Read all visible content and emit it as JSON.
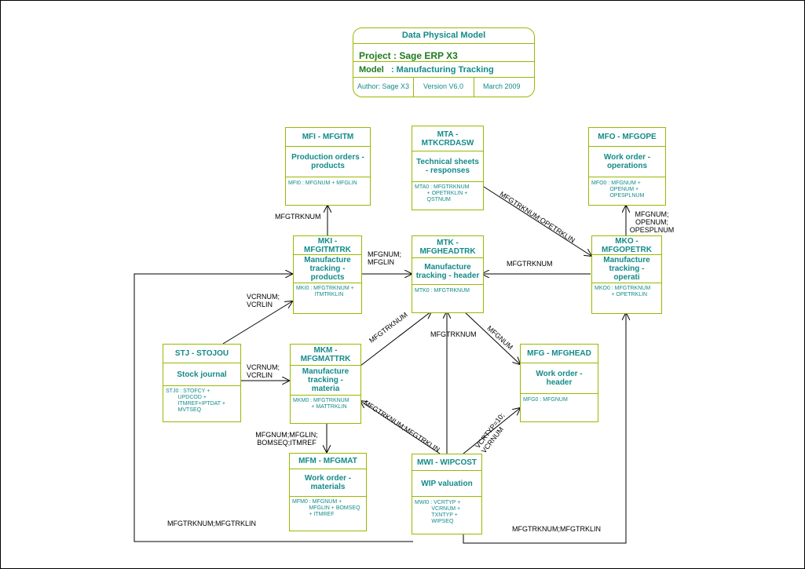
{
  "title_block": {
    "title": "Data Physical Model",
    "project_label": "Project",
    "project_value": ": Sage ERP X3",
    "model_label": "Model",
    "model_value": "   : Manufacturing Tracking",
    "author": "Author: Sage X3",
    "version": "Version V6.0",
    "date": "March 2009"
  },
  "entities": {
    "mfi": {
      "name": "MFI - MFGITM",
      "desc": "Production orders - products",
      "key": "MFI0 : MFGNUM + MFGLIN"
    },
    "mta": {
      "name": "MTA - MTKCRDASW",
      "desc": "Technical sheets - responses",
      "key": "MTA0 : MFGTRKNUM\n        + OPETRKLIN +\n        QSTNUM"
    },
    "mfo": {
      "name": "MFO - MFGOPE",
      "desc": "Work order - operations",
      "key": "MFO0 : MFGNUM +\n            OPENUM +\n            OPESPLNUM"
    },
    "mki": {
      "name": "MKI - MFGITMTRK",
      "desc": "Manufacture tracking - products",
      "key": "MKI0 : MFGTRKNUM +\n            ITMTRKLIN"
    },
    "mtk": {
      "name": "MTK - MFGHEADTRK",
      "desc": "Manufacture tracking - header",
      "key": "MTK0 : MFGTRKNUM"
    },
    "mko": {
      "name": "MKO - MFGOPETRK",
      "desc": "Manufacture tracking - operati",
      "key": "MKO0 : MFGTRKNUM\n           + OPETRKLIN"
    },
    "stj": {
      "name": "STJ - STOJOU",
      "desc": "Stock journal",
      "key": "STJ0 : STOFCY +\n        UPDCOD +\n        ITMREF+IPTDAT +\n        MVTSEQ"
    },
    "mkm": {
      "name": "MKM - MFGMATTRK",
      "desc": "Manufacture tracking - materia",
      "key": "MKM0 : MFGTRKNUM\n            + MATTRKLIN"
    },
    "mfg": {
      "name": "MFG - MFGHEAD",
      "desc": "Work order - header",
      "key": "MFG0 : MFGNUM"
    },
    "mfm": {
      "name": "MFM - MFGMAT",
      "desc": "Work order - materials",
      "key": "MFM0 : MFGNUM +\n           MFGLIN + BOMSEQ\n           + ITMREF"
    },
    "mwi": {
      "name": "MWI - WIPCOST",
      "desc": "WIP valuation",
      "key": "MWI0 : VCRTYP +\n           VCRNUM +\n           TXNTYP +\n           WIPSEQ"
    }
  },
  "relations": {
    "mki_mfi": "MFGTRKNUM",
    "mta_mko": "MFGTRKNUM;OPETRKLIN",
    "mko_mfo": "MFGNUM;\nOPENUM;\nOPESPLNUM",
    "mki_mtk": "MFGNUM;\nMFGLIN",
    "mko_mtk": "MFGTRKNUM",
    "stj_mki": "VCRNUM;\nVCRLIN",
    "stj_mkm": "VCRNUM;\nVCRLIN",
    "mkm_mtk": "MFGTRKNUM",
    "mwi_mtk": "MFGTRKNUM",
    "mtk_mfg": "MFGNUM",
    "mwi_mkm": "MFGTRKNUM;MFGTRKLIN",
    "mwi_mfg": "VCRTYP=10;\nVCRNUM",
    "mkm_mfm": "MFGNUM;MFGLIN;\nBOMSEQ;ITMREF",
    "mwi_mki": "MFGTRKNUM;MFGTRKLIN",
    "mwi_mko": "MFGTRKNUM;MFGTRKLIN"
  },
  "colors": {
    "border": "#9ab800",
    "text": "#148a8a",
    "label_green": "#1f7a1f",
    "line": "#000000"
  }
}
